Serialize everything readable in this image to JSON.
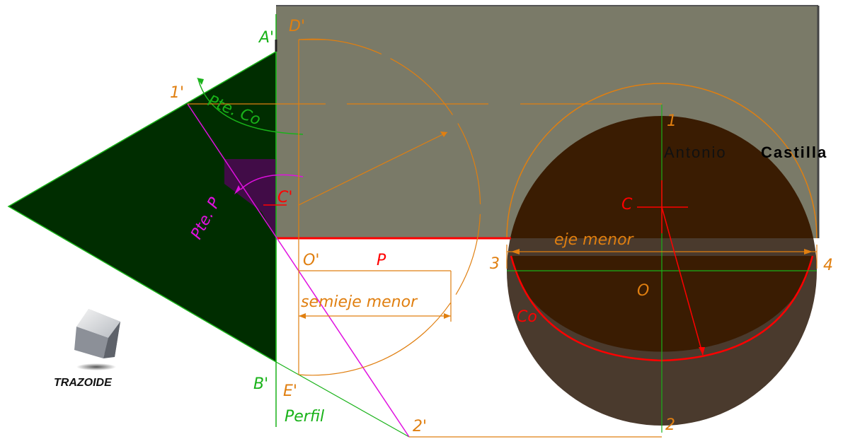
{
  "colors": {
    "green": "#19b219",
    "orange": "#e07f10",
    "red": "#ff0000",
    "magenta": "#e010e0",
    "dark_green_fill": "#002d00",
    "gray_fill": "#7a7a68",
    "brown_fill": "#3a1c02",
    "brown_gray": "#4a3a2d",
    "purple_fill": "#410c47"
  },
  "labels": {
    "A_prime": "A'",
    "B_prime": "B'",
    "D_prime": "D'",
    "E_prime": "E'",
    "C_prime": "C'",
    "O_prime": "O'",
    "one_prime": "1'",
    "two_prime": "2'",
    "P": "P",
    "pte_co": "Pte. Co",
    "pte_p": "Pte. P",
    "semieje_menor": "semieje menor",
    "perfil": "Perfil",
    "pt1": "1",
    "pt2": "2",
    "pt3": "3",
    "pt4": "4",
    "C": "C",
    "O": "O",
    "Co": "Co",
    "eje_menor": "eje menor"
  },
  "signature": {
    "first": "Antonio",
    "last": "Castilla"
  },
  "logo": {
    "text": "TRAZOIDE",
    "icon": "cube-icon"
  }
}
